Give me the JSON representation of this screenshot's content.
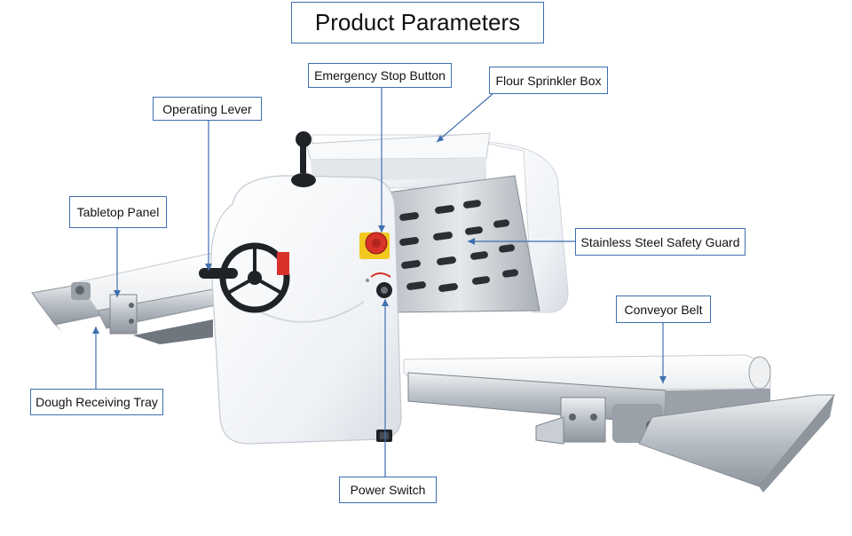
{
  "title": "Product Parameters",
  "callouts": {
    "emergency_stop": "Emergency Stop Button",
    "flour_box": "Flour Sprinkler Box",
    "operating_lever": "Operating Lever",
    "tabletop_panel": "Tabletop Panel",
    "safety_guard": "Stainless Steel Safety Guard",
    "conveyor_belt": "Conveyor Belt",
    "dough_tray": "Dough Receiving Tray",
    "power_switch": "Power Switch"
  },
  "colors": {
    "leader_line": "#3f6fb0",
    "machine_body": "#f4f6f9",
    "steel": "#c9ced4",
    "estop_red": "#d8322b",
    "estop_yellow": "#f2c81e"
  }
}
